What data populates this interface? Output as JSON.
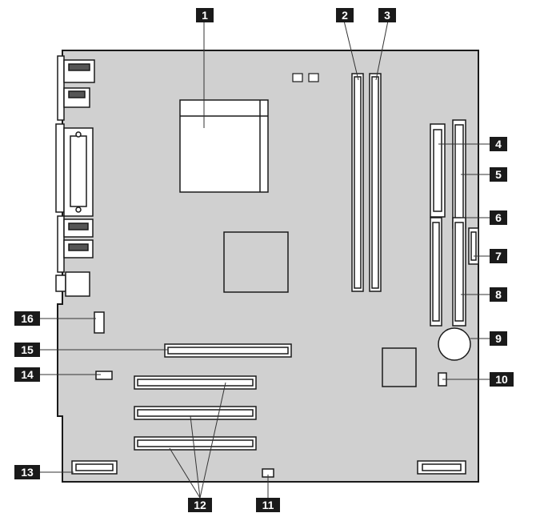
{
  "colors": {
    "board": "#d0d0d0",
    "outline": "#1a1a1a",
    "component": "#ffffff",
    "label_bg": "#1a1a1a",
    "label_text": "#ffffff",
    "leader": "#333333"
  },
  "callouts": [
    {
      "id": "1",
      "label": "1"
    },
    {
      "id": "2",
      "label": "2"
    },
    {
      "id": "3",
      "label": "3"
    },
    {
      "id": "4",
      "label": "4"
    },
    {
      "id": "5",
      "label": "5"
    },
    {
      "id": "6",
      "label": "6"
    },
    {
      "id": "7",
      "label": "7"
    },
    {
      "id": "8",
      "label": "8"
    },
    {
      "id": "9",
      "label": "9"
    },
    {
      "id": "10",
      "label": "10"
    },
    {
      "id": "11",
      "label": "11"
    },
    {
      "id": "12",
      "label": "12"
    },
    {
      "id": "13",
      "label": "13"
    },
    {
      "id": "14",
      "label": "14"
    },
    {
      "id": "15",
      "label": "15"
    },
    {
      "id": "16",
      "label": "16"
    }
  ]
}
